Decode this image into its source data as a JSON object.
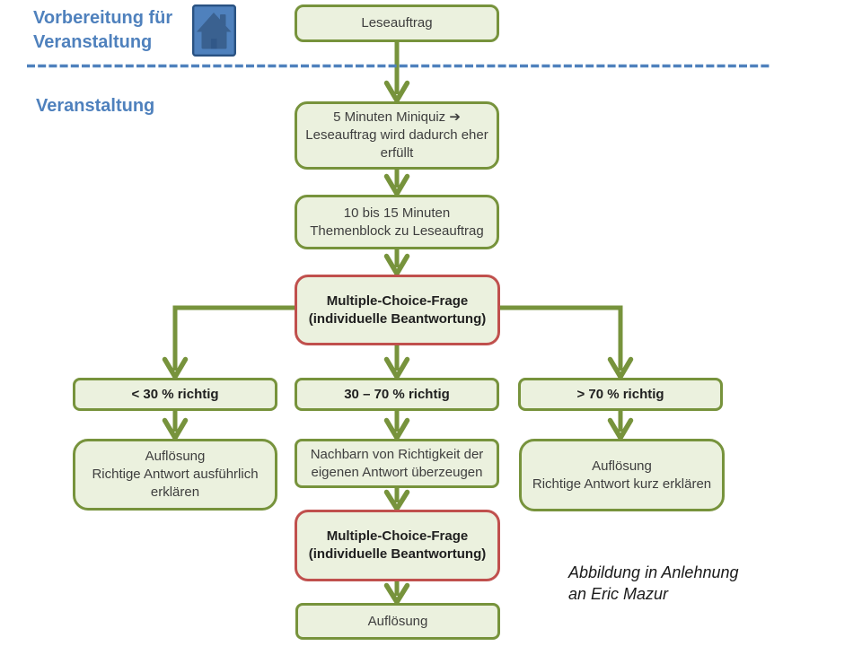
{
  "slide": {
    "title_lines": [
      "Vorbereitung für",
      "Veranstaltung"
    ],
    "section_label": "Veranstaltung",
    "caption_lines": [
      "Abbildung in Anlehnung",
      "an Eric Mazur"
    ]
  },
  "icons": {
    "home": "home-icon"
  },
  "colors": {
    "green": "#77933C",
    "fill": "#EBF1DE",
    "red": "#C0504D",
    "blue": "#4F81BD",
    "home_fill": "#4F81BD",
    "home_border": "#2A5282",
    "home_glyph": "#3A6190"
  },
  "nodes": {
    "leseauftrag": {
      "lines": [
        "Leseauftrag"
      ]
    },
    "miniquiz": {
      "lines": [
        "5 Minuten Miniquiz ➔",
        "Leseauftrag wird dadurch eher",
        "erfüllt"
      ]
    },
    "themenblock": {
      "lines": [
        "10 bis 15 Minuten",
        "Themenblock zu Leseauftrag"
      ]
    },
    "mcq1": {
      "lines": [
        "Multiple-Choice-Frage",
        "(individuelle Beantwortung)"
      ]
    },
    "lt30": {
      "lines": [
        "< 30 % richtig"
      ]
    },
    "mid3070": {
      "lines": [
        "30 – 70 % richtig"
      ]
    },
    "gt70": {
      "lines": [
        "> 70 % richtig"
      ]
    },
    "aufl_links": {
      "lines": [
        "Auflösung",
        "Richtige Antwort ausführlich",
        "erklären"
      ]
    },
    "nachbarn": {
      "lines": [
        "Nachbarn von Richtigkeit der",
        "eigenen Antwort überzeugen"
      ]
    },
    "aufl_rechts": {
      "lines": [
        "Auflösung",
        "Richtige Antwort kurz erklären"
      ]
    },
    "mcq2": {
      "lines": [
        "Multiple-Choice-Frage",
        "(individuelle Beantwortung)"
      ]
    },
    "aufloesung": {
      "lines": [
        "Auflösung"
      ]
    }
  }
}
